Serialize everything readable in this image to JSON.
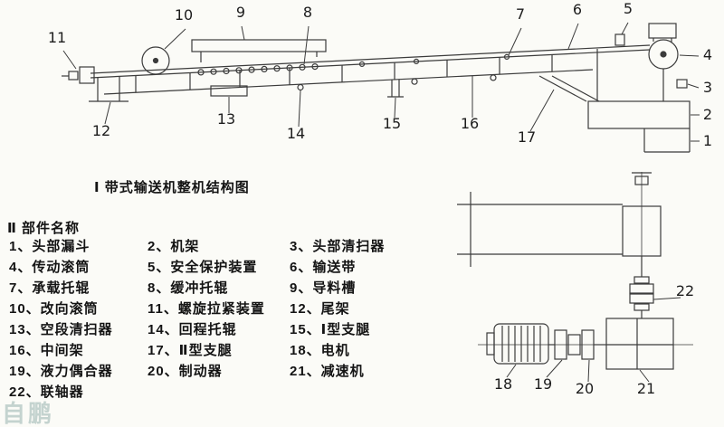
{
  "title": "Ⅰ 带式输送机整机结构图",
  "parts_heading": "Ⅱ 部件名称",
  "parts": [
    "1、头部漏斗",
    "2、机架",
    "3、头部清扫器",
    "4、传动滚筒",
    "5、安全保护装置",
    "6、输送带",
    "7、承载托辊",
    "8、缓冲托辊",
    "9、导料槽",
    "10、改向滚筒",
    "11、螺旋拉紧装置",
    "12、尾架",
    "13、空段清扫器",
    "14、回程托辊",
    "15、Ⅰ型支腿",
    "16、中间架",
    "17、Ⅱ型支腿",
    "18、电机",
    "19、液力偶合器",
    "20、制动器",
    "21、减速机",
    "22、联轴器"
  ],
  "callouts_main": [
    "11",
    "10",
    "9",
    "8",
    "7",
    "6",
    "5",
    "4",
    "3",
    "2",
    "1",
    "12",
    "13",
    "14",
    "15",
    "16",
    "17"
  ],
  "callouts_drive": [
    "18",
    "19",
    "20",
    "21",
    "22"
  ],
  "watermark": "自鹏",
  "colors": {
    "line": "#3b3b3b",
    "background": "#fbfbf7",
    "text": "#141414"
  }
}
